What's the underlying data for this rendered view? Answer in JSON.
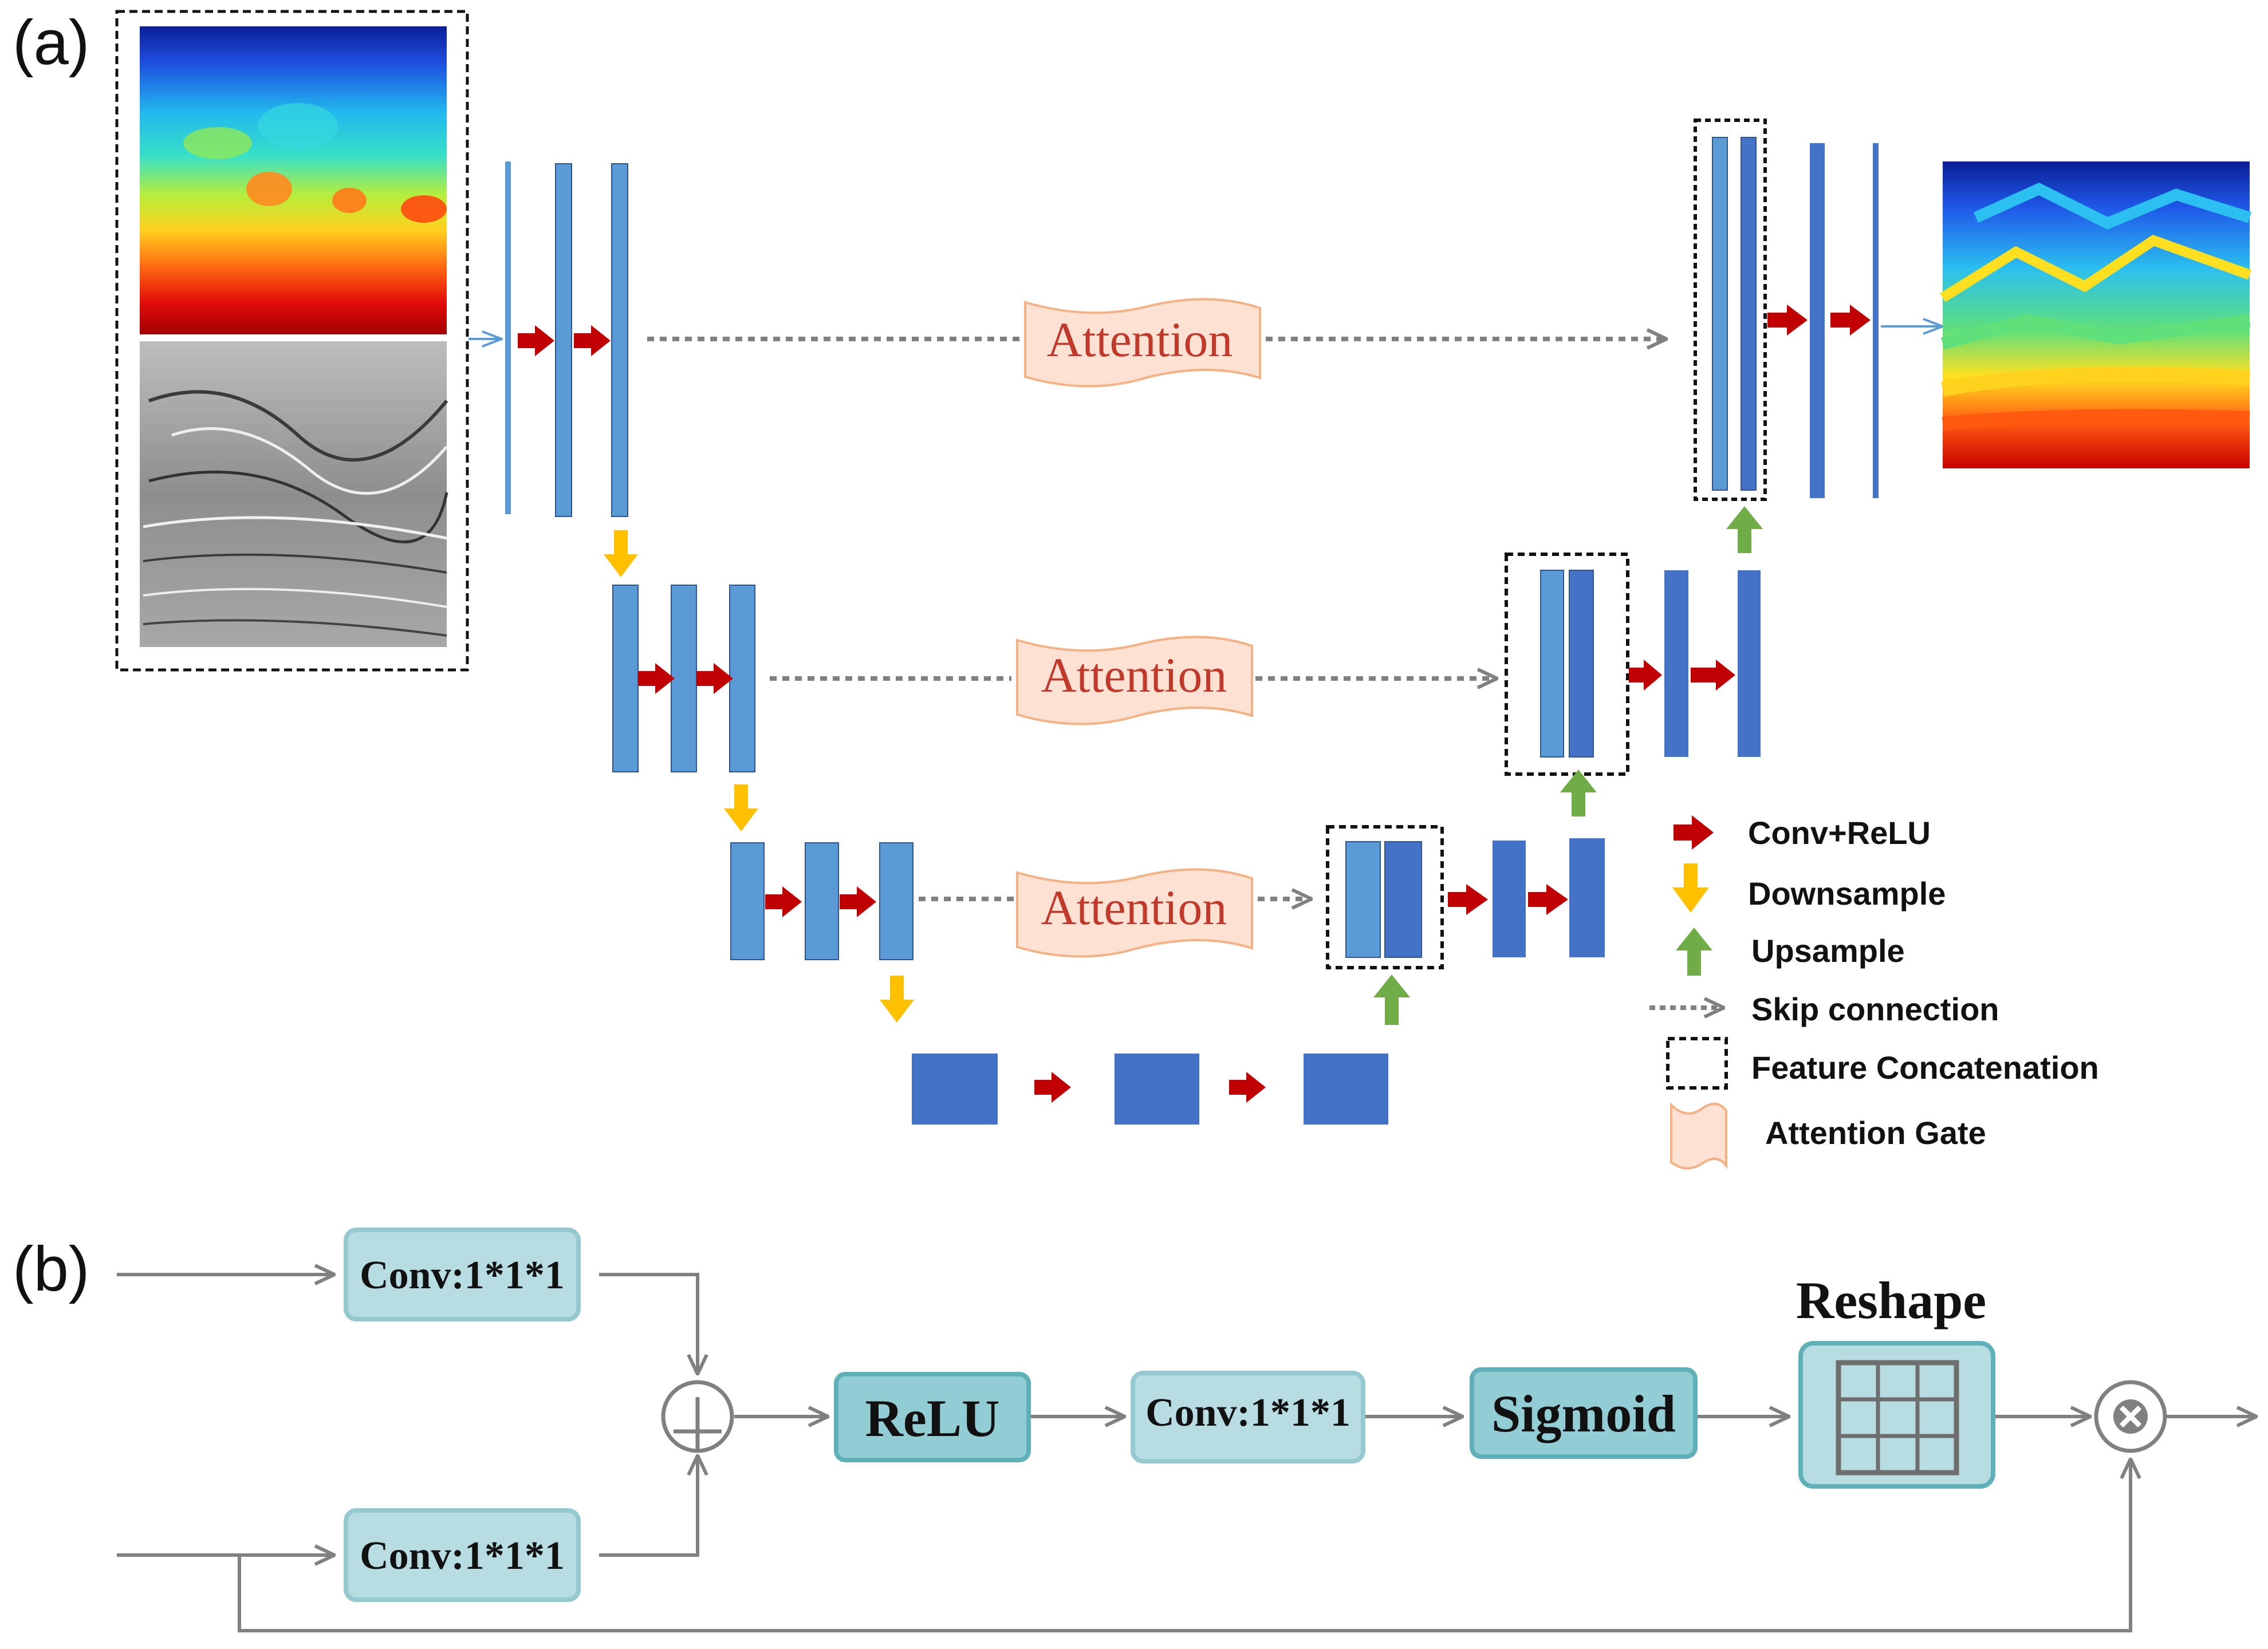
{
  "panel_a": {
    "label": "(a)",
    "attention_labels": [
      "Attention",
      "Attention",
      "Attention"
    ],
    "legend": [
      {
        "icon": "red-arrow-icon",
        "label": "Conv+ReLU"
      },
      {
        "icon": "yellow-down-arrow-icon",
        "label": "Downsample"
      },
      {
        "icon": "green-up-arrow-icon",
        "label": "Upsample"
      },
      {
        "icon": "dotted-arrow-icon",
        "label": "Skip connection"
      },
      {
        "icon": "dashed-box-icon",
        "label": "Feature Concatenation"
      },
      {
        "icon": "ribbon-icon",
        "label": "Attention Gate"
      }
    ]
  },
  "panel_b": {
    "label": "(b)",
    "conv_top": "Conv:1*1*1",
    "conv_bottom": "Conv:1*1*1",
    "relu": "ReLU",
    "conv_mid": "Conv:1*1*1",
    "sigmoid": "Sigmoid",
    "reshape": "Reshape"
  },
  "colors": {
    "conv_arrow": "#c00000",
    "downsample": "#ffc000",
    "upsample": "#70ad47",
    "skip": "#808080",
    "block_light": "#5b9bd5",
    "block_dark": "#4472c4",
    "ribbon_fill": "#fde2d4",
    "ribbon_stroke": "#f4b183",
    "box_fill": "#b7dde2",
    "box_stroke": "#93c9cf",
    "box_fill_dark": "#92cdd3",
    "box_stroke_dark": "#5fb0b8"
  }
}
